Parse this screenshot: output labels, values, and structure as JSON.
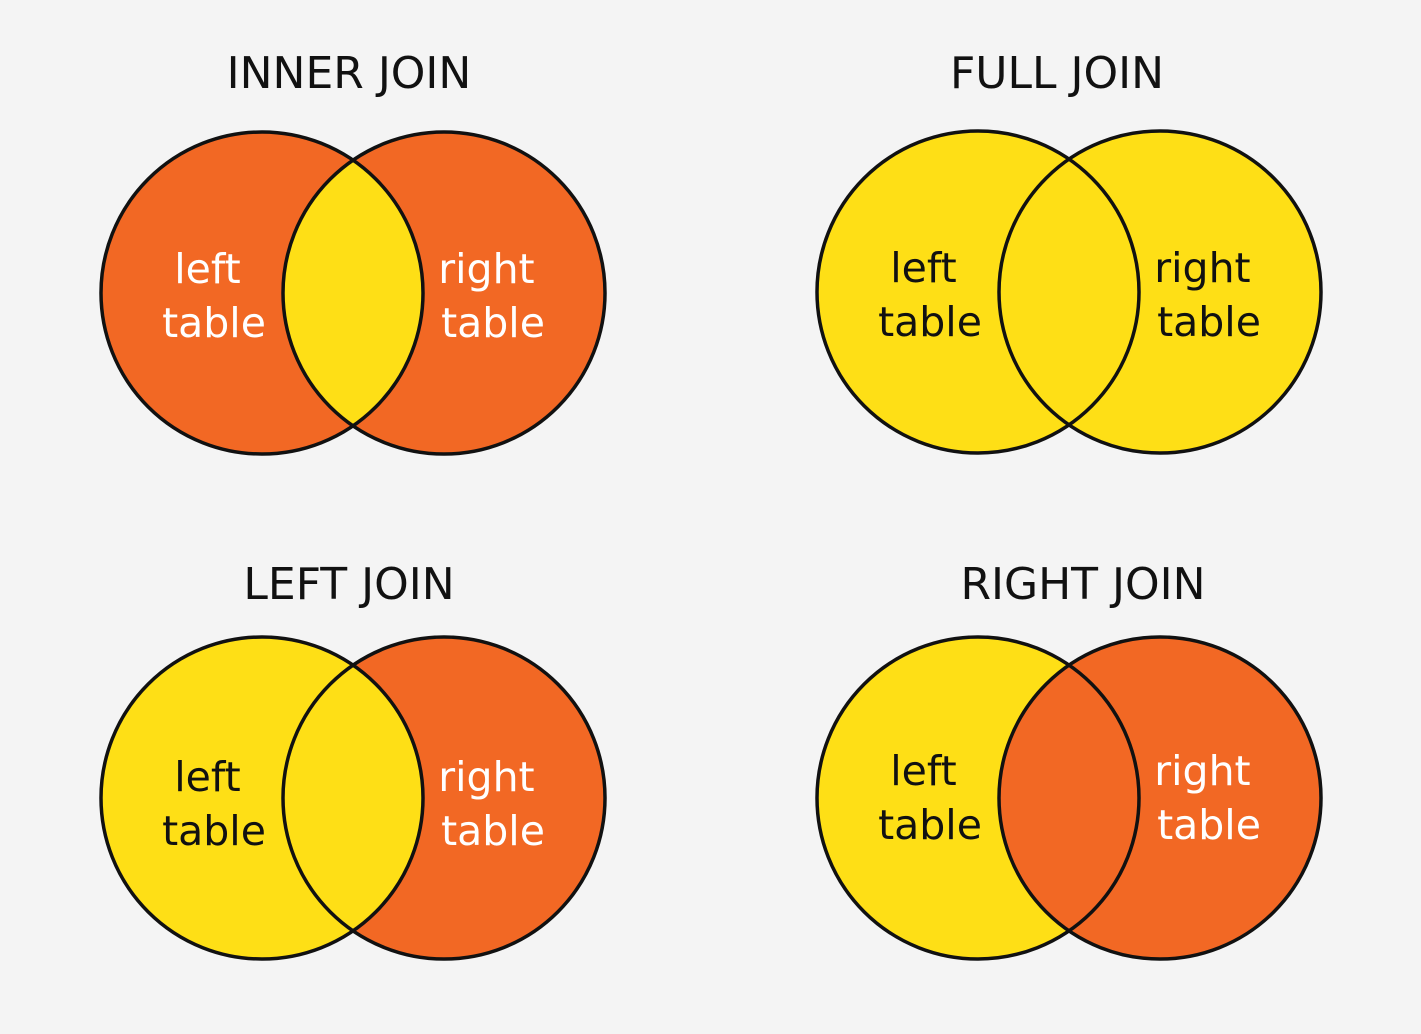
{
  "colors": {
    "background": "#f4f4f4",
    "included": "#fedf16",
    "excluded": "#f26824",
    "outline": "#111111",
    "text_on_excluded": "#ffffff",
    "text_on_included": "#111111"
  },
  "diagrams": [
    {
      "title": "INNER JOIN",
      "left_label": [
        "left",
        "table"
      ],
      "right_label": [
        "right",
        "table"
      ],
      "fill": {
        "left_only": "excluded",
        "overlap": "included",
        "right_only": "excluded"
      }
    },
    {
      "title": "FULL JOIN",
      "left_label": [
        "left",
        "table"
      ],
      "right_label": [
        "right",
        "table"
      ],
      "fill": {
        "left_only": "included",
        "overlap": "included",
        "right_only": "included"
      }
    },
    {
      "title": "LEFT JOIN",
      "left_label": [
        "left",
        "table"
      ],
      "right_label": [
        "right",
        "table"
      ],
      "fill": {
        "left_only": "included",
        "overlap": "included",
        "right_only": "excluded"
      }
    },
    {
      "title": "RIGHT JOIN",
      "left_label": [
        "left",
        "table"
      ],
      "right_label": [
        "right",
        "table"
      ],
      "fill": {
        "left_only": "included",
        "overlap": "excluded",
        "right_only": "excluded"
      }
    }
  ]
}
